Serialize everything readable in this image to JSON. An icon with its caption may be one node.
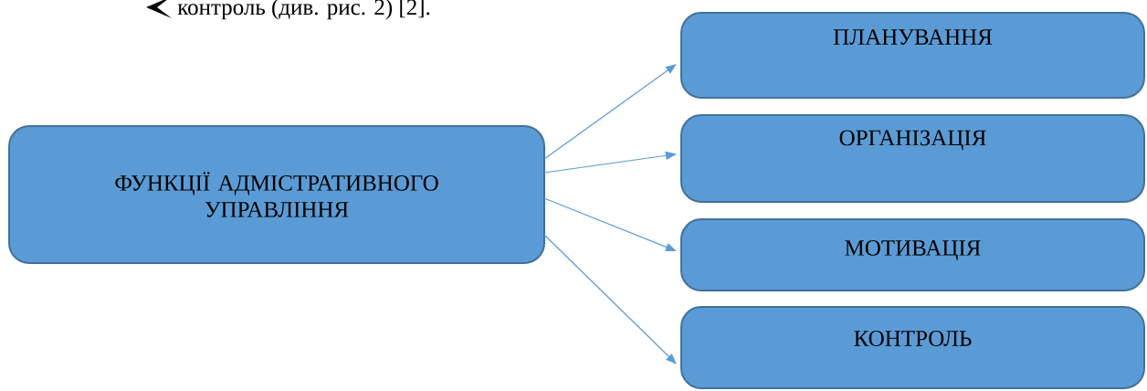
{
  "diagram": {
    "nodes": [
      {
        "text": [
          "ФУНКЦІЇ АДМІСТРАТИВНОГО УПРАВЛІННЯ"
        ]
      },
      {
        "text": [
          "ПЛАНУВАННЯ"
        ]
      },
      {
        "text": [
          "ОРГАНІЗАЦІЯ"
        ]
      },
      {
        "text": [
          "МОТИВАЦІЯ"
        ]
      },
      {
        "text": [
          "КОНТРОЛЬ"
        ]
      }
    ],
    "edges": [
      {
        "from": 0,
        "to": 1,
        "arrow": "to"
      },
      {
        "from": 0,
        "to": 2,
        "arrow": "to"
      },
      {
        "from": 0,
        "to": 3,
        "arrow": "to"
      },
      {
        "from": 0,
        "to": 4,
        "arrow": "to"
      }
    ],
    "labels": [
      "контроль (див. рис. 2) [2]."
    ]
  }
}
